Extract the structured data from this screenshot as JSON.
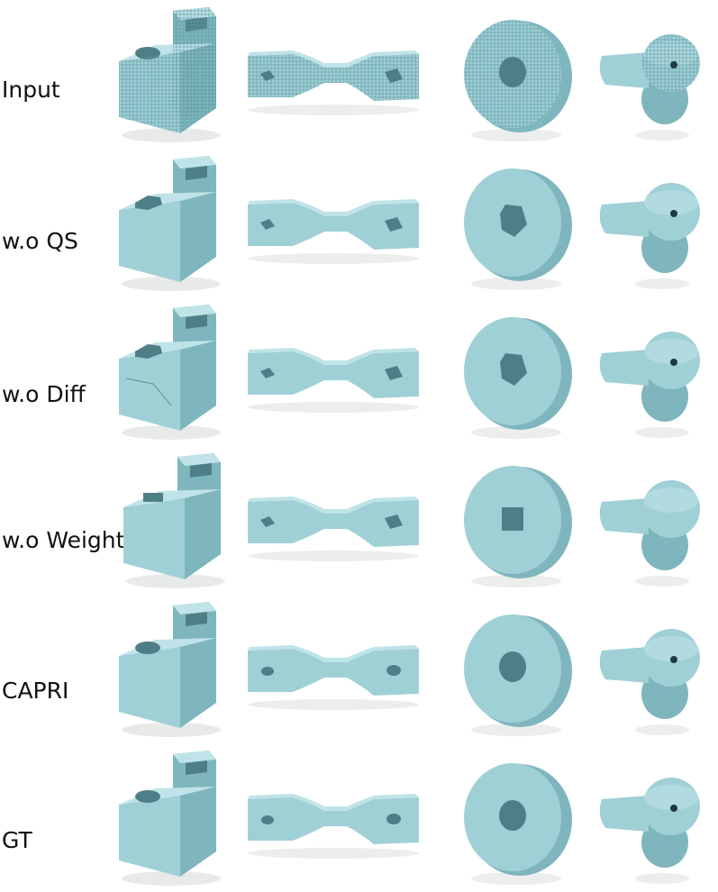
{
  "rows": [
    {
      "label": "Input",
      "variant": "voxel"
    },
    {
      "label": "w.o QS",
      "variant": "polygonal"
    },
    {
      "label": "w.o Diff",
      "variant": "broken"
    },
    {
      "label": "w.o Weight",
      "variant": "square"
    },
    {
      "label": "CAPRI",
      "variant": "smooth"
    },
    {
      "label": "GT",
      "variant": "clean"
    }
  ],
  "colors": {
    "face_front": "#9fd0d6",
    "face_top": "#bfe3e8",
    "face_side": "#7fb6bd",
    "hole": "#4f7f86",
    "shadow": "#d9dcdc"
  }
}
